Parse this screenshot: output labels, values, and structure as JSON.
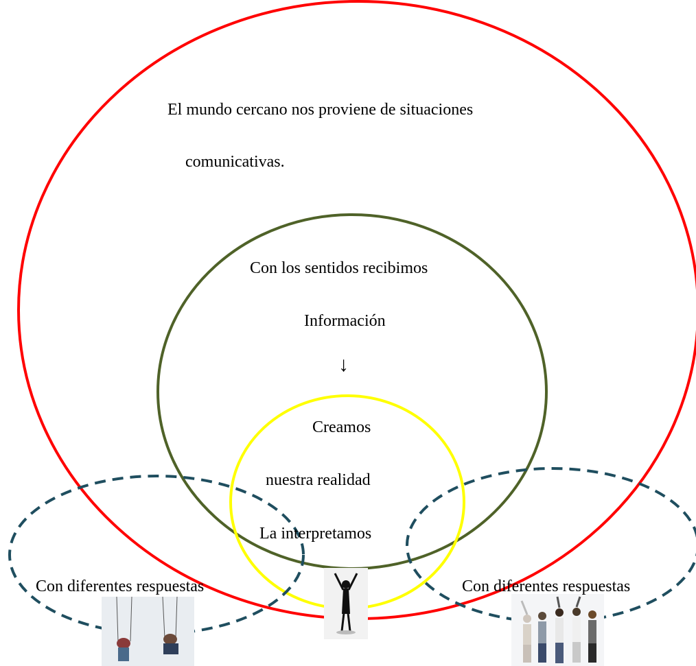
{
  "outer": {
    "line1": "El mundo cercano nos proviene de situaciones",
    "line2": "comunicativas.",
    "color": "#ff0000"
  },
  "middle": {
    "line1": "Con los sentidos recibimos",
    "line2": "Información",
    "arrow": "↓",
    "color": "#4f6228"
  },
  "inner": {
    "line1": "Creamos",
    "line2": "nuestra realidad",
    "line3": "La interpretamos",
    "color": "#ffff00"
  },
  "left_ellipse": {
    "label": "Con diferentes respuestas",
    "color": "#1f4e5f",
    "photo_icon": "people-on-swings-photo"
  },
  "right_ellipse": {
    "label": "Con diferentes respuestas",
    "color": "#1f4e5f",
    "photo_icon": "group-jumping-photo"
  },
  "center_photo_icon": "person-arms-raised-silhouette-photo"
}
